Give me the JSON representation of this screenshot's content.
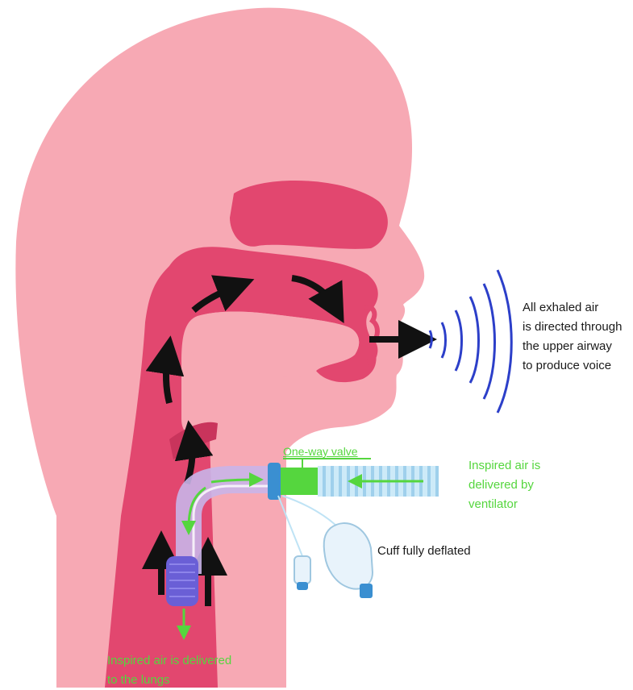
{
  "labels": {
    "exhaled": [
      "All exhaled air",
      "is directed through",
      "the upper airway",
      "to produce voice"
    ],
    "inspired_ventilator": [
      "Inspired air is",
      "delivered by",
      "ventilator"
    ],
    "cuff": "Cuff fully deflated",
    "one_way_valve": "One-way valve",
    "lungs": [
      "Inspired air is delivered",
      "to the lungs"
    ]
  },
  "colors": {
    "skin": "#f7a9b4",
    "airway": "#e2476f",
    "airway_dark": "#c9345c",
    "arrow": "#111111",
    "sound_waves": "#2c3fc9",
    "green": "#55d63e",
    "tube": "#c9b4e8",
    "cuff": "#6a5fd6",
    "corrugated": "#bfe3f5"
  }
}
